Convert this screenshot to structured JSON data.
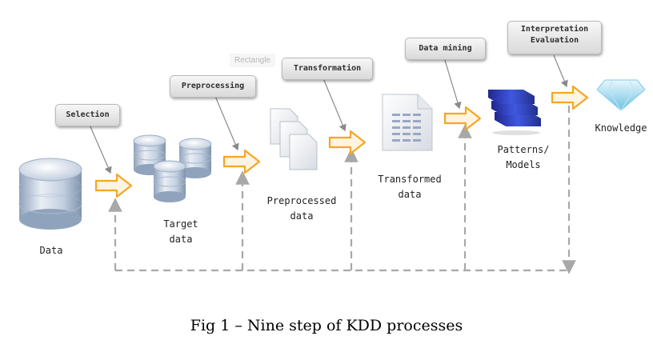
{
  "steps": {
    "selection": "Selection",
    "preprocessing": "Preprocessing",
    "transformation": "Transformation",
    "data_mining": "Data mining",
    "interpretation_evaluation": "Interpretation\nEvaluation"
  },
  "stages": {
    "data": "Data",
    "target_data": "Target\ndata",
    "preprocessed_data": "Preprocessed\ndata",
    "transformed_data": "Transformed\ndata",
    "patterns_models": "Patterns/\nModels",
    "knowledge": "Knowledge"
  },
  "ghost_text": "Rectangle",
  "caption": "Fig 1 – Nine step of KDD processes",
  "colors": {
    "arrow_orange": "#f5a623",
    "dashed_gray": "#a8a8a8",
    "db_blue": "#b9c9de",
    "doc_blue": "#3b50c8",
    "gem_blue": "#7fc9e6"
  },
  "icons": {
    "data": "database-icon",
    "target_data": "database-stack-icon",
    "preprocessed_data": "documents-icon",
    "transformed_data": "spreadsheet-icon",
    "patterns_models": "layers-icon",
    "knowledge": "diamond-icon"
  }
}
